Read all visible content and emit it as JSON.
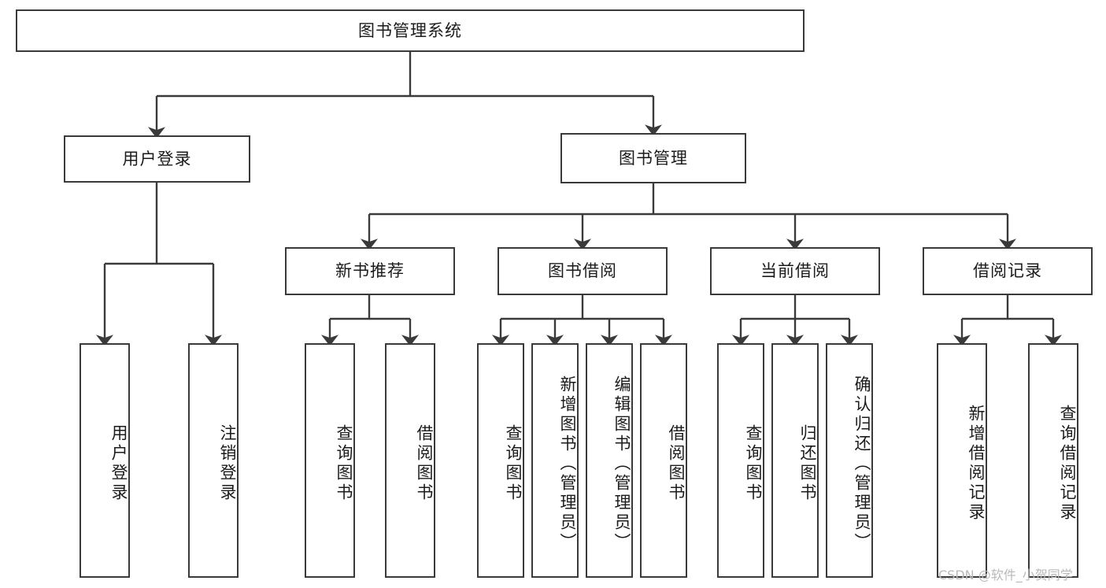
{
  "diagram": {
    "title": "图书管理系统",
    "type": "hierarchy-tree",
    "watermark": "CSDN @软件_小贺同学",
    "colors": {
      "box_border": "#3a3a3a",
      "box_fill": "#ffffff",
      "connector": "#3a3a3a",
      "text": "#1b1b1b",
      "watermark": "#b9b9b9"
    },
    "nodes": {
      "root": {
        "label": "图书管理系统"
      },
      "level1": [
        {
          "label": "用户登录"
        },
        {
          "label": "图书管理"
        }
      ],
      "level2": [
        {
          "label": "新书推荐"
        },
        {
          "label": "图书借阅"
        },
        {
          "label": "当前借阅"
        },
        {
          "label": "借阅记录"
        }
      ],
      "leaves": {
        "user_login": [
          {
            "label": "用户登录"
          },
          {
            "label": "注销登录"
          }
        ],
        "new_book": [
          {
            "label": "查询图书"
          },
          {
            "label": "借阅图书"
          }
        ],
        "book_borrow": [
          {
            "label": "查询图书"
          },
          {
            "label": "新增图书（管理员）"
          },
          {
            "label": "编辑图书（管理员）"
          },
          {
            "label": "借阅图书"
          }
        ],
        "current_borrow": [
          {
            "label": "查询图书"
          },
          {
            "label": "归还图书"
          },
          {
            "label": "确认归还（管理员）"
          }
        ],
        "borrow_record": [
          {
            "label": "新增借阅记录"
          },
          {
            "label": "查询借阅记录"
          }
        ]
      }
    }
  }
}
